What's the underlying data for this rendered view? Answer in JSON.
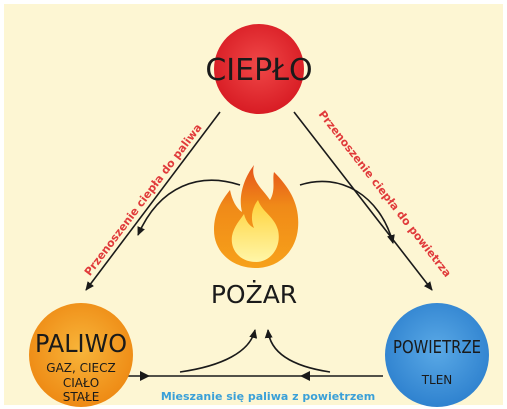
{
  "nodes": {
    "heat": {
      "label": "CIEPŁO",
      "color": "#e8222e"
    },
    "fuel": {
      "label": "PALIWO",
      "sub": [
        "GAZ, CIECZ",
        "CIAŁO",
        "STAŁE"
      ],
      "color": "#f39a1f"
    },
    "air": {
      "label": "POWIETRZE",
      "sub": [
        "TLEN"
      ],
      "color": "#3a8fd8"
    }
  },
  "center": {
    "label": "POŻAR",
    "icon": "fire-icon"
  },
  "edges": {
    "heat_to_fuel": {
      "label": "Przenoszenie ciepła do paliwa",
      "color": "#e03a3a"
    },
    "heat_to_air": {
      "label": "Przenoszenie ciepła do powietrza",
      "color": "#e03a3a"
    },
    "fuel_air_mix": {
      "label": "Mieszanie się paliwa z powietrzem",
      "color": "#3aa0d8"
    }
  }
}
